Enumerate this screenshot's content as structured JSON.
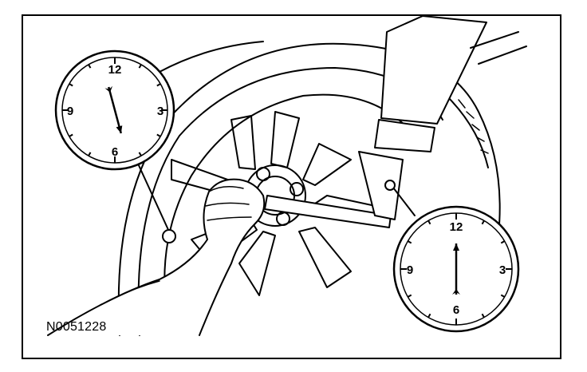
{
  "figure": {
    "id_label": "N0051228",
    "line_color": "#000000",
    "background": "#ffffff"
  },
  "left_dial": {
    "numerals": {
      "twelve": "12",
      "three": "3",
      "six": "6",
      "nine": "9"
    },
    "hand_from_o_clock": 11.5,
    "hand_to_o_clock": 5.5
  },
  "right_dial": {
    "numerals": {
      "twelve": "12",
      "three": "3",
      "six": "6",
      "nine": "9"
    },
    "hand_from_o_clock": 6,
    "hand_to_o_clock": 12
  }
}
